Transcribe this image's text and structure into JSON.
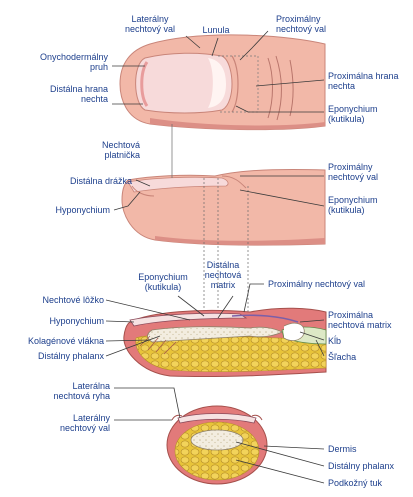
{
  "labels": {
    "lateralny_val_top": "Laterálny\nnechtový val",
    "lunula": "Lunula",
    "proximalny_val_top": "Proximálny\nnechtový val",
    "onychodermalny": "Onychodermálny\npruh",
    "distalna_hrana": "Distálna hrana\nnechta",
    "proximalna_hrana": "Proximálna hrana\nnechta",
    "eponychium_top": "Eponychium\n(kutikula)",
    "nechtova_platnicka": "Nechtová\nplatnička",
    "distalna_dragka": "Distálna drážka",
    "proximalny_val_side": "Proximálny\nnechtový val",
    "hyponychium_side": "Hyponychium",
    "eponychium_side": "Eponychium\n(kutikula)",
    "eponychium_sect": "Eponychium\n(kutikula)",
    "distalna_matrix": "Distálna\nnechtová\nmatrix",
    "proximalny_val_sect": "Proximálny nechtový val",
    "nechtove_lozko": "Nechtové lôžko",
    "hyponychium_sect": "Hyponychium",
    "proximalna_matrix": "Proximálna\nnechtová matrix",
    "kolagenove_vlakna": "Kolagénové vlákna",
    "kost": "Kĺb",
    "distalny_phalanx_sect": "Distálny phalanx",
    "slacha": "Šľacha",
    "lateralna_ryha": "Laterálna\nnechtová ryha",
    "lateralny_val_cross": "Laterálny\nnechtový val",
    "dermis": "Dermis",
    "distalny_phalanx_cross": "Distálny phalanx",
    "podkozny_tuk": "Podkožný tuk"
  },
  "colors": {
    "skin": "#f2b8a8",
    "skin_dark": "#dc8f86",
    "nail": "#f7dada",
    "label": "#1d3f8c",
    "fat": "#e8c43a",
    "dermis": "#e27a7a",
    "bone": "#f3ede0"
  }
}
